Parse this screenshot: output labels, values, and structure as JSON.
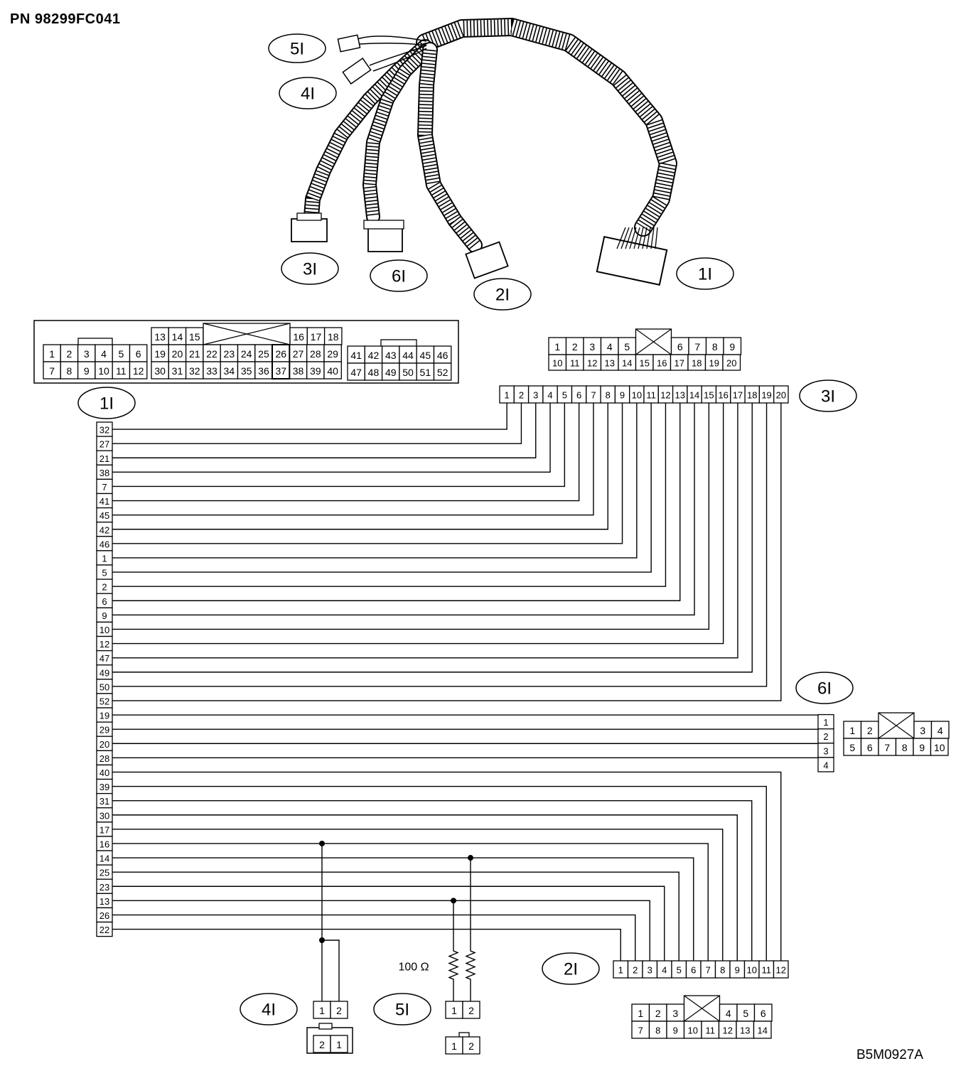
{
  "part_number": "PN 98299FC041",
  "figure_code": "B5M0927A",
  "resistor_label": "100 Ω",
  "callouts": {
    "c1": "1I",
    "c2": "2I",
    "c3": "3I",
    "c4": "4I",
    "c5": "5I",
    "c6": "6I"
  },
  "connector_1I_face": {
    "top_row": [
      "13",
      "14",
      "15",
      "16",
      "17",
      "18"
    ],
    "rows_a": [
      [
        "1",
        "2",
        "3",
        "4",
        "5",
        "6"
      ],
      [
        "7",
        "8",
        "9",
        "10",
        "11",
        "12"
      ]
    ],
    "rows_b": [
      [
        "19",
        "20",
        "21",
        "22",
        "23",
        "24",
        "25",
        "26",
        "27",
        "28",
        "29"
      ],
      [
        "30",
        "31",
        "32",
        "33",
        "34",
        "35",
        "36",
        "37",
        "38",
        "39",
        "40"
      ]
    ],
    "rows_c": [
      [
        "41",
        "42",
        "43",
        "44",
        "45",
        "46"
      ],
      [
        "47",
        "48",
        "49",
        "50",
        "51",
        "52"
      ]
    ]
  },
  "connector_3I_face": {
    "rows": [
      [
        "1",
        "2",
        "3",
        "4",
        "5",
        "",
        "6",
        "7",
        "8",
        "9"
      ],
      [
        "10",
        "11",
        "12",
        "13",
        "14",
        "15",
        "16",
        "17",
        "18",
        "19",
        "20"
      ]
    ]
  },
  "connector_6I_face": {
    "rows": [
      [
        "1",
        "2",
        "",
        "3",
        "4"
      ],
      [
        "5",
        "6",
        "7",
        "8",
        "9",
        "10"
      ]
    ]
  },
  "connector_2I_face": {
    "rows": [
      [
        "1",
        "2",
        "3",
        "",
        "4",
        "5",
        "6"
      ],
      [
        "7",
        "8",
        "9",
        "10",
        "11",
        "12",
        "13",
        "14"
      ]
    ]
  },
  "connector_4I_face": [
    "2",
    "1"
  ],
  "connector_5I_face": [
    "1",
    "2"
  ],
  "wiring": {
    "pins_1I": [
      "32",
      "27",
      "21",
      "38",
      "7",
      "41",
      "45",
      "42",
      "46",
      "1",
      "5",
      "2",
      "6",
      "9",
      "10",
      "12",
      "47",
      "49",
      "50",
      "52",
      "19",
      "29",
      "20",
      "28",
      "40",
      "39",
      "31",
      "30",
      "17",
      "16",
      "14",
      "25",
      "23",
      "13",
      "26",
      "22"
    ],
    "pins_3I": [
      "1",
      "2",
      "3",
      "4",
      "5",
      "6",
      "7",
      "8",
      "9",
      "10",
      "11",
      "12",
      "13",
      "14",
      "15",
      "16",
      "17",
      "18",
      "19",
      "20"
    ],
    "pins_6I": [
      "1",
      "2",
      "3",
      "4"
    ],
    "pins_2I": [
      "1",
      "2",
      "3",
      "4",
      "5",
      "6",
      "7",
      "8",
      "9",
      "10",
      "11",
      "12"
    ],
    "pins_4I": [
      "1",
      "2"
    ],
    "pins_5I": [
      "1",
      "2"
    ]
  }
}
